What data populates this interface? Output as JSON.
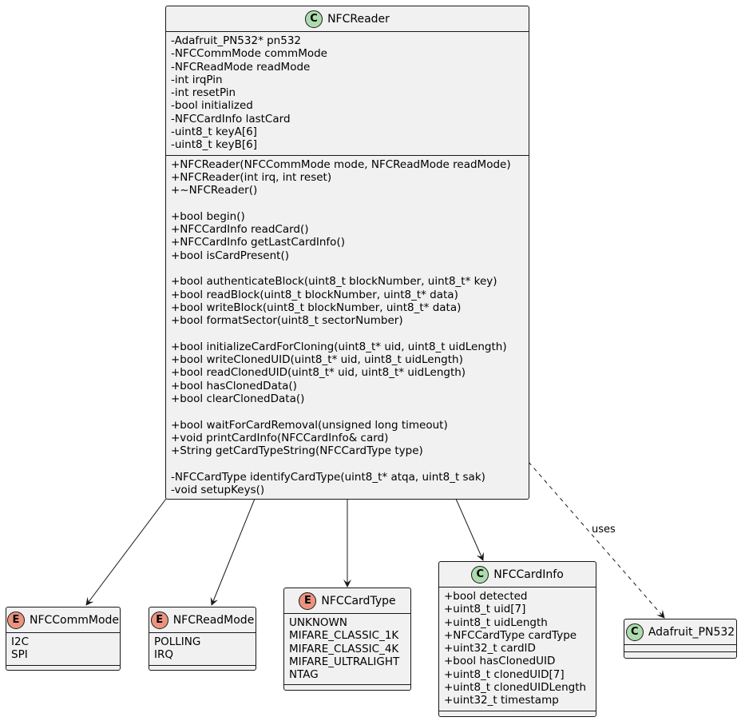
{
  "colors": {
    "class_badge": "#addbad",
    "enum_badge": "#eb937f",
    "box_fill": "#f1f1f1",
    "border": "#181818"
  },
  "nfcreader": {
    "stereotype": "C",
    "name": "NFCReader",
    "fields": [
      "-Adafruit_PN532* pn532",
      "-NFCCommMode commMode",
      "-NFCReadMode readMode",
      "-int irqPin",
      "-int resetPin",
      "-bool initialized",
      "-NFCCardInfo lastCard",
      "-uint8_t keyA[6]",
      "-uint8_t keyB[6]"
    ],
    "methods": [
      "+NFCReader(NFCCommMode mode, NFCReadMode readMode)",
      "+NFCReader(int irq, int reset)",
      "+~NFCReader()",
      "",
      "+bool begin()",
      "+NFCCardInfo readCard()",
      "+NFCCardInfo getLastCardInfo()",
      "+bool isCardPresent()",
      "",
      "+bool authenticateBlock(uint8_t blockNumber, uint8_t* key)",
      "+bool readBlock(uint8_t blockNumber, uint8_t* data)",
      "+bool writeBlock(uint8_t blockNumber, uint8_t* data)",
      "+bool formatSector(uint8_t sectorNumber)",
      "",
      "+bool initializeCardForCloning(uint8_t* uid, uint8_t uidLength)",
      "+bool writeClonedUID(uint8_t* uid, uint8_t uidLength)",
      "+bool readClonedUID(uint8_t* uid, uint8_t* uidLength)",
      "+bool hasClonedData()",
      "+bool clearClonedData()",
      "",
      "+bool waitForCardRemoval(unsigned long timeout)",
      "+void printCardInfo(NFCCardInfo& card)",
      "+String getCardTypeString(NFCCardType type)",
      "",
      "-NFCCardType identifyCardType(uint8_t* atqa, uint8_t sak)",
      "-void setupKeys()"
    ]
  },
  "nfccommmode": {
    "stereotype": "E",
    "name": "NFCCommMode",
    "values": [
      "I2C",
      "SPI"
    ]
  },
  "nfcreadmode": {
    "stereotype": "E",
    "name": "NFCReadMode",
    "values": [
      "POLLING",
      "IRQ"
    ]
  },
  "nfccardtype": {
    "stereotype": "E",
    "name": "NFCCardType",
    "values": [
      "UNKNOWN",
      "MIFARE_CLASSIC_1K",
      "MIFARE_CLASSIC_4K",
      "MIFARE_ULTRALIGHT",
      "NTAG"
    ]
  },
  "nfccardinfo": {
    "stereotype": "C",
    "name": "NFCCardInfo",
    "fields": [
      "+bool detected",
      "+uint8_t uid[7]",
      "+uint8_t uidLength",
      "+NFCCardType cardType",
      "+uint32_t cardID",
      "+bool hasClonedUID",
      "+uint8_t clonedUID[7]",
      "+uint8_t clonedUIDLength",
      "+uint32_t timestamp"
    ]
  },
  "adafruit": {
    "stereotype": "C",
    "name": "Adafruit_PN532"
  },
  "edges": {
    "uses_label": "uses"
  }
}
